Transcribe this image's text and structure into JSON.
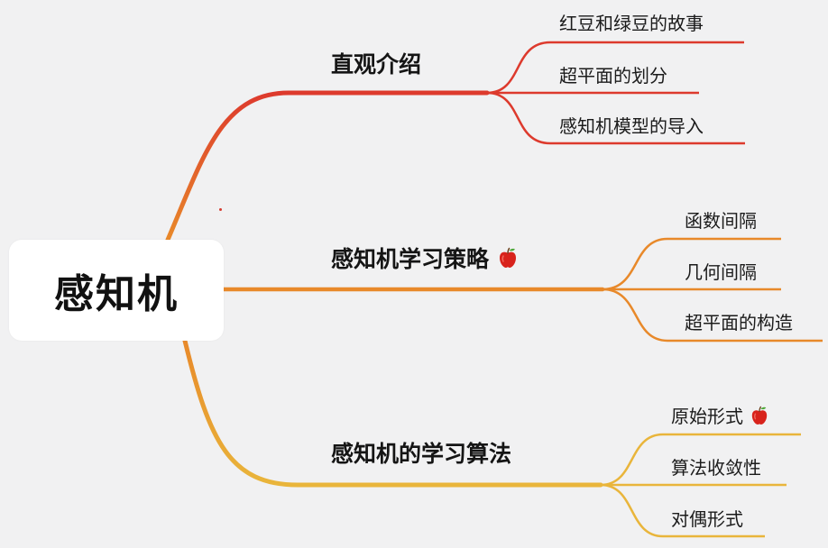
{
  "root": {
    "label": "感知机"
  },
  "branches": [
    {
      "id": "intro",
      "label": "直观介绍",
      "color": "#dd3a2d",
      "icon": "",
      "leaves": [
        {
          "label": "红豆和绿豆的故事",
          "icon": ""
        },
        {
          "label": "超平面的划分",
          "icon": ""
        },
        {
          "label": "感知机模型的导入",
          "icon": ""
        }
      ]
    },
    {
      "id": "strategy",
      "label": "感知机学习策略",
      "color": "#e8892a",
      "icon": "apple-icon",
      "leaves": [
        {
          "label": "函数间隔",
          "icon": ""
        },
        {
          "label": "几何间隔",
          "icon": ""
        },
        {
          "label": "超平面的构造",
          "icon": ""
        }
      ]
    },
    {
      "id": "algorithm",
      "label": "感知机的学习算法",
      "color": "#e9b53b",
      "icon": "",
      "leaves": [
        {
          "label": "原始形式",
          "icon": "apple-icon"
        },
        {
          "label": "算法收敛性",
          "icon": ""
        },
        {
          "label": "对偶形式",
          "icon": ""
        }
      ]
    }
  ]
}
